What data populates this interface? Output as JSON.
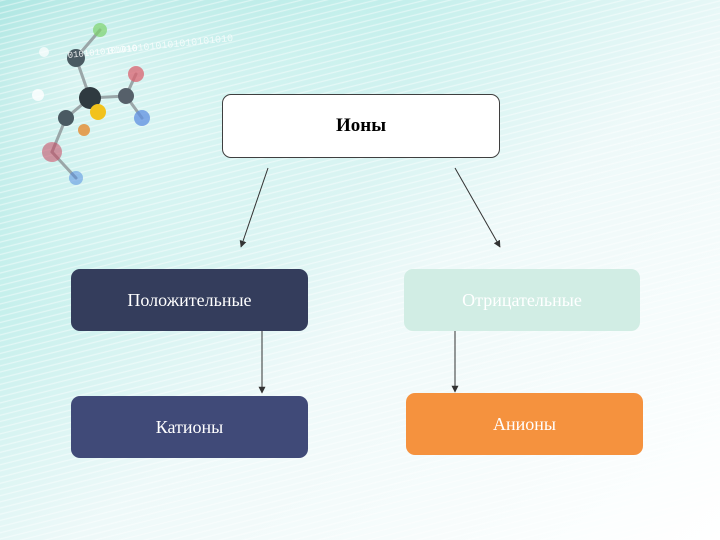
{
  "diagram": {
    "root": {
      "label": "Ионы"
    },
    "level1": [
      {
        "id": "positive",
        "label": "Положительные",
        "color": "#343d5c"
      },
      {
        "id": "negative",
        "label": "Отрицательные",
        "color": "#d1ede4"
      }
    ],
    "level2": [
      {
        "id": "cations",
        "label": "Катионы",
        "parent": "positive",
        "color": "#404a78"
      },
      {
        "id": "anions",
        "label": "Анионы",
        "parent": "negative",
        "color": "#f5923e"
      }
    ]
  },
  "decoration": {
    "binary_text_1": "0101010101010",
    "binary_text_2": "010101010101010101010",
    "icon": "molecule-icon",
    "accent_color": "#5fcfc6"
  }
}
